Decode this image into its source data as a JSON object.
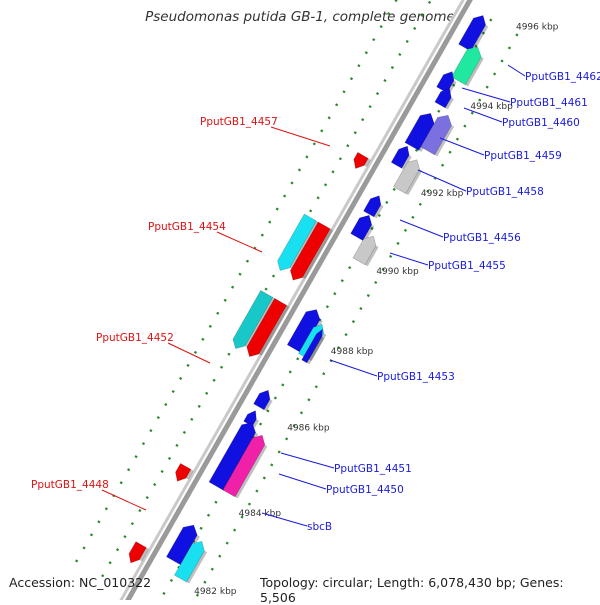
{
  "header": {
    "title": "Pseudomonas putida GB-1, complete genome"
  },
  "footer": {
    "accession": "Accession: NC_010322",
    "topology": "Topology: circular; Length: 6,078,430 bp; Genes: 5,506"
  },
  "ticks": [
    {
      "label": "4996 kbp"
    },
    {
      "label": "4994 kbp"
    },
    {
      "label": "4992 kbp"
    },
    {
      "label": "4990 kbp"
    },
    {
      "label": "4988 kbp"
    },
    {
      "label": "4986 kbp"
    },
    {
      "label": "4984 kbp"
    },
    {
      "label": "4982 kbp"
    }
  ],
  "gene_labels_right": [
    {
      "name": "PputGB1_4462",
      "color": "#1a1adb"
    },
    {
      "name": "PputGB1_4461",
      "color": "#1a1adb"
    },
    {
      "name": "PputGB1_4460",
      "color": "#1a1adb"
    },
    {
      "name": "PputGB1_4459",
      "color": "#1a1adb"
    },
    {
      "name": "PputGB1_4458",
      "color": "#1a1adb"
    },
    {
      "name": "PputGB1_4456",
      "color": "#1a1adb"
    },
    {
      "name": "PputGB1_4455",
      "color": "#1a1adb"
    },
    {
      "name": "PputGB1_4453",
      "color": "#1a1adb"
    },
    {
      "name": "PputGB1_4451",
      "color": "#1a1adb"
    },
    {
      "name": "PputGB1_4450",
      "color": "#1a1adb"
    },
    {
      "name": "sbcB",
      "color": "#1a1adb"
    }
  ],
  "gene_labels_left": [
    {
      "name": "PputGB1_4457",
      "color": "#dd1111"
    },
    {
      "name": "PputGB1_4454",
      "color": "#dd1111"
    },
    {
      "name": "PputGB1_4452",
      "color": "#dd1111"
    },
    {
      "name": "PputGB1_4448",
      "color": "#dd1111"
    }
  ],
  "colors": {
    "forward": "#1010e0",
    "reverse": "#ee0000",
    "cyan": "#18e0f0",
    "teal": "#18c8c8",
    "mint": "#20e8a0",
    "purple": "#7a70e0",
    "gray": "#c8c8c8",
    "pink": "#f020a8",
    "tick_dots": "#2a8a2a"
  }
}
